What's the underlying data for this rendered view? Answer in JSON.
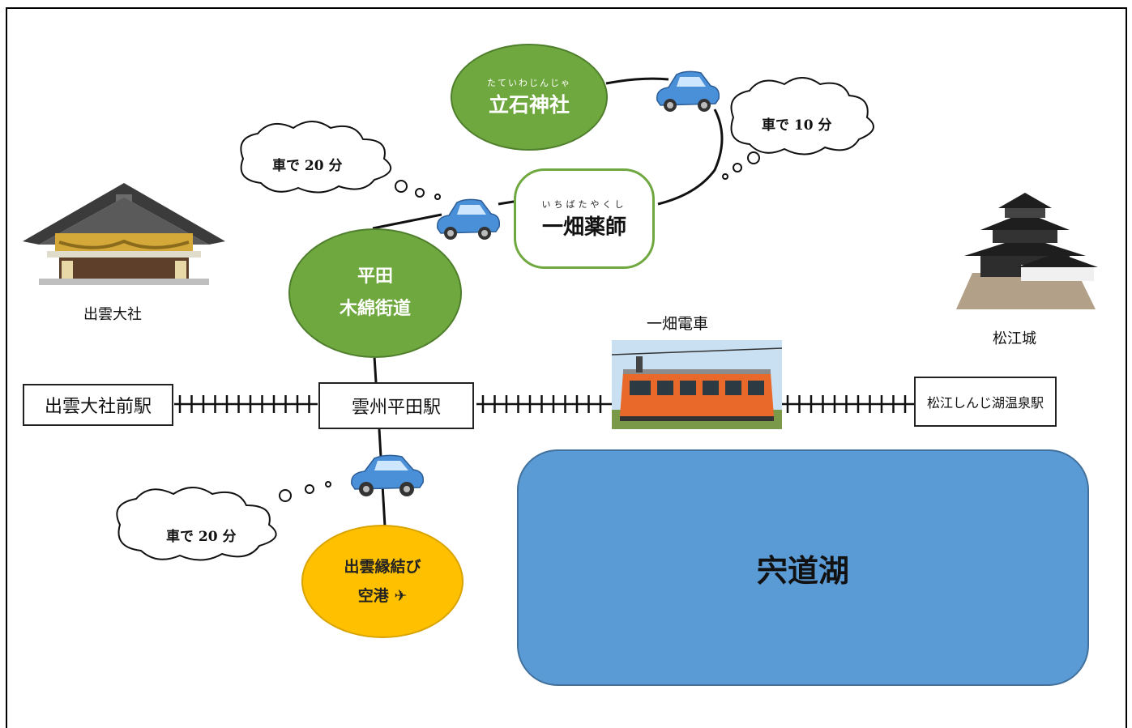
{
  "stations": {
    "izumo_taisha_mae": "出雲大社前駅",
    "unshu_hirata": "雲州平田駅",
    "matsue_shinjiko_onsen": "松江しんじ湖温泉駅"
  },
  "places": {
    "tateishi": {
      "ruby": "たていわじんじゃ",
      "name": "立石神社"
    },
    "ichibata_yakushi": {
      "ruby": "いちばたやくし",
      "name": "一畑薬師"
    },
    "hirata_line1": "平田",
    "hirata_line2": "木綿街道",
    "airport_line1": "出雲縁結び",
    "airport_line2": "空港",
    "lake": "宍道湖"
  },
  "landmarks": {
    "izumo_taisha": "出雲大社",
    "matsue_castle": "松江城",
    "train": "一畑電車"
  },
  "clouds": {
    "top_right": "車で 10 分",
    "top_left": "車で 20 分",
    "bottom_left": "車で 20 分"
  },
  "colors": {
    "green_place": "#70a840",
    "airport": "#ffc000",
    "lake": "#5b9bd5",
    "car": "#4a90d9",
    "train": "#e8692a"
  }
}
